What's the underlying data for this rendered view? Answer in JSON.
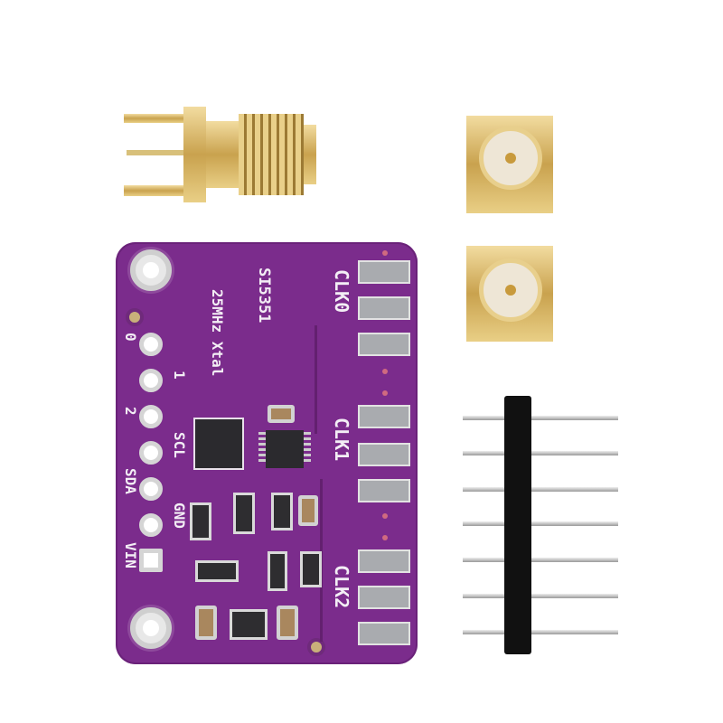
{
  "board": {
    "chip_label": "SI5351",
    "crystal_label": "25MHz Xtal",
    "clk_labels": [
      "CLK0",
      "CLK1",
      "CLK2"
    ],
    "pin_labels": [
      "0",
      "1",
      "2",
      "SCL",
      "SDA",
      "GND",
      "VIN"
    ]
  },
  "colors": {
    "pcb": "#7b2c8c",
    "gold": "#d9b866",
    "pad": "#a9abaf"
  }
}
